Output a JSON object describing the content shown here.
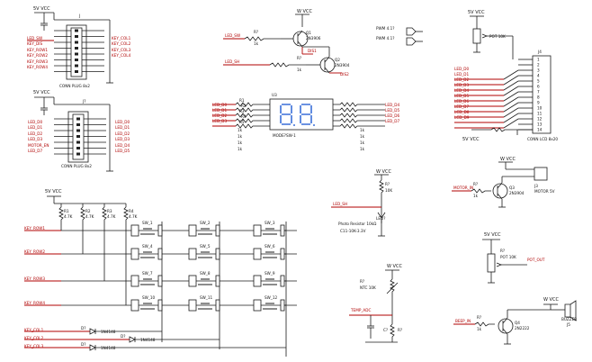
{
  "power": {
    "vcc5": "5V VCC",
    "vcc5b": "5V VCC",
    "vcc5c": "5V VCC",
    "vcc5d": "5V VCC",
    "vcc5e": "5V VCC",
    "vcc5f": "5V VCC",
    "wcc": "W VCC"
  },
  "connectors": {
    "j1": {
      "ref": "J",
      "name": "CONN PLUG 8x2",
      "left_nets": [
        "LED_SW",
        "KEY_DIS",
        "KEY_ROW1",
        "KEY_ROW2",
        "KEY_ROW3",
        "KEY_ROW4"
      ],
      "right_nets": [
        "KEY_COL1",
        "KEY_COL2",
        "KEY_COL3",
        "KEY_COL4"
      ]
    },
    "j2": {
      "ref": "J?",
      "name": "CONN PLUG 8x2",
      "left_nets": [
        "LED_D0",
        "LED_D1",
        "LED_D2",
        "LED_D3",
        "MOTOR_EN",
        "LED_D7"
      ],
      "right_nets": [
        "LED_D0",
        "LED_D1",
        "LED_D2",
        "LED_D3",
        "LED_D4",
        "LED_D5"
      ]
    }
  },
  "transistors": {
    "q1": {
      "ref": "Q1",
      "model": "2N3906",
      "net_in": "LED_SW",
      "res": "R?",
      "val": "1k"
    },
    "q2": {
      "ref": "Q2",
      "model": "2N3904",
      "net_in": "LED_SH",
      "res": "R?",
      "val": "1k"
    },
    "q3": {
      "ref": "Q3",
      "model": "2N3904",
      "net_in": "MOTOR_IN",
      "res": "R?",
      "val": "1k"
    },
    "q4": {
      "ref": "Q4",
      "model": "2N2222",
      "net_in": "BEEP_IN",
      "res": "R?",
      "val": "1k"
    }
  },
  "display": {
    "ref": "U3",
    "model": "MODE?SW-1",
    "digits": "8.8.",
    "nets_left": [
      "LED_D0",
      "LED_D1",
      "LED_D2",
      "LED_D3"
    ],
    "nets_right": [
      "LED_D4",
      "LED_D5",
      "LED_D6",
      "LED_D7"
    ]
  },
  "lcd": {
    "ref": "J4",
    "model": "CONN LCD 8x20",
    "pot": "POT 10K",
    "nets": [
      "LED_D0",
      "LED_D1",
      "LED_D2",
      "LED_D3",
      "LED_D4",
      "LED_D5",
      "LED_D6",
      "LED_D7",
      "LCD_D8",
      "LCD_D9"
    ]
  },
  "photo": {
    "ref": "LED?",
    "label": "Photo Resistor 10kΩ",
    "model": "C11-10K-3.3V",
    "net": "LED_SH"
  },
  "thermistor": {
    "ref": "R?",
    "label": "NTC 10K",
    "net": "TEMP_ADC",
    "cap": "C?"
  },
  "motor": {
    "ref": "J3",
    "label": "MOTOR 5V",
    "net": "MOTOR_IN"
  },
  "pot2": {
    "ref": "R?",
    "model": "POT 10K",
    "net": "POT_OUT"
  },
  "buzzer": {
    "ref": "J5",
    "label": "BUZZER",
    "net": "BEEP_IN"
  },
  "pullups": {
    "refs": [
      "R1",
      "R2",
      "R3",
      "R4"
    ],
    "value": "4.7K"
  },
  "keypad": {
    "rows": [
      "KEY_ROW1",
      "KEY_ROW2",
      "KEY_ROW3",
      "KEY_ROW4"
    ],
    "cols": [
      "KEY_COL1",
      "KEY_COL2",
      "KEY_COL3"
    ],
    "keys": [
      "SW_1",
      "SW_2",
      "SW_3",
      "SW_4",
      "SW_5",
      "SW_6",
      "SW_7",
      "SW_8",
      "SW_9",
      "SW_10",
      "SW_11",
      "SW_12"
    ]
  },
  "diodes": [
    {
      "ref": "D?",
      "model": "1N4148",
      "net": "KEY_COL1"
    },
    {
      "ref": "D?",
      "model": "1N4148",
      "net": "KEY_COL2"
    },
    {
      "ref": "D?",
      "model": "1N4148",
      "net": "KEY_COL3"
    }
  ],
  "misc": {
    "prog1": "LED_SW",
    "prog2": "LED_SH",
    "pwm1": "PWM 4.1?",
    "pwm2": "PWM 4.1?"
  }
}
